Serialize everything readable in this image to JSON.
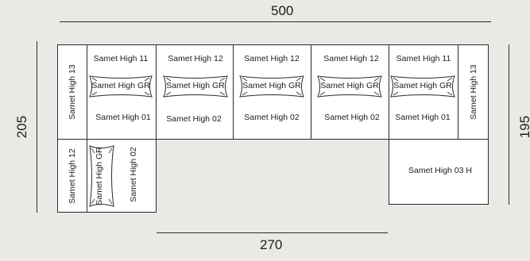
{
  "dimensions": {
    "top": "500",
    "left": "205",
    "right": "195",
    "bottom": "270"
  },
  "row1_top": [
    "Samet High 11",
    "Samet High 12",
    "Samet High 12",
    "Samet High 12",
    "Samet High 11"
  ],
  "row1_pillow": [
    "Samet High GR",
    "Samet High GR",
    "Samet High GR",
    "Samet High GR",
    "Samet High GR"
  ],
  "row1_bottom": [
    "Samet High 01",
    "Samet High 02",
    "Samet High 02",
    "Samet High 02",
    "Samet High 01"
  ],
  "left_arm": "Samet High 13",
  "right_arm": "Samet High 13",
  "chaise_arm": "Samet High 12",
  "chaise_pillow": "Samet High GR",
  "chaise_seat": "Samet High 02",
  "ottoman": "Samet High 03 H"
}
